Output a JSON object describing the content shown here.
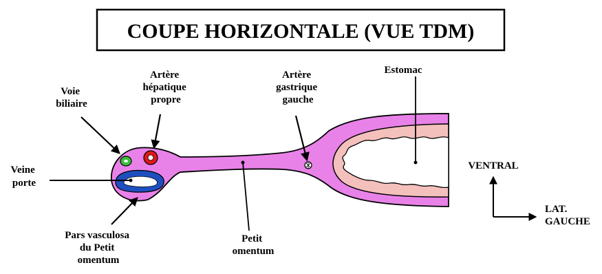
{
  "title": "COUPE HORIZONTALE (VUE TDM)",
  "labels": {
    "voie_biliaire": [
      "Voie",
      "biliaire"
    ],
    "artere_hepatique": [
      "Artère",
      "hépatique",
      "propre"
    ],
    "artere_gastrique": [
      "Artère",
      "gastrique",
      "gauche"
    ],
    "estomac": [
      "Estomac"
    ],
    "veine_porte": [
      "Veine",
      "porte"
    ],
    "pars_vasculosa": [
      "Pars vasculosa",
      "du Petit",
      "omentum"
    ],
    "petit_omentum": [
      "Petit",
      "omentum"
    ],
    "ventral": [
      "VENTRAL"
    ],
    "lat_gauche": [
      "LAT.",
      "GAUCHE"
    ]
  },
  "colors": {
    "omentum_fill": "#e882e8",
    "stomach_wall": "#f4c0bc",
    "portal_vein": "#1f4fbf",
    "bile_duct": "#39c039",
    "hepatic_artery": "#e01818",
    "outline": "#000000"
  }
}
